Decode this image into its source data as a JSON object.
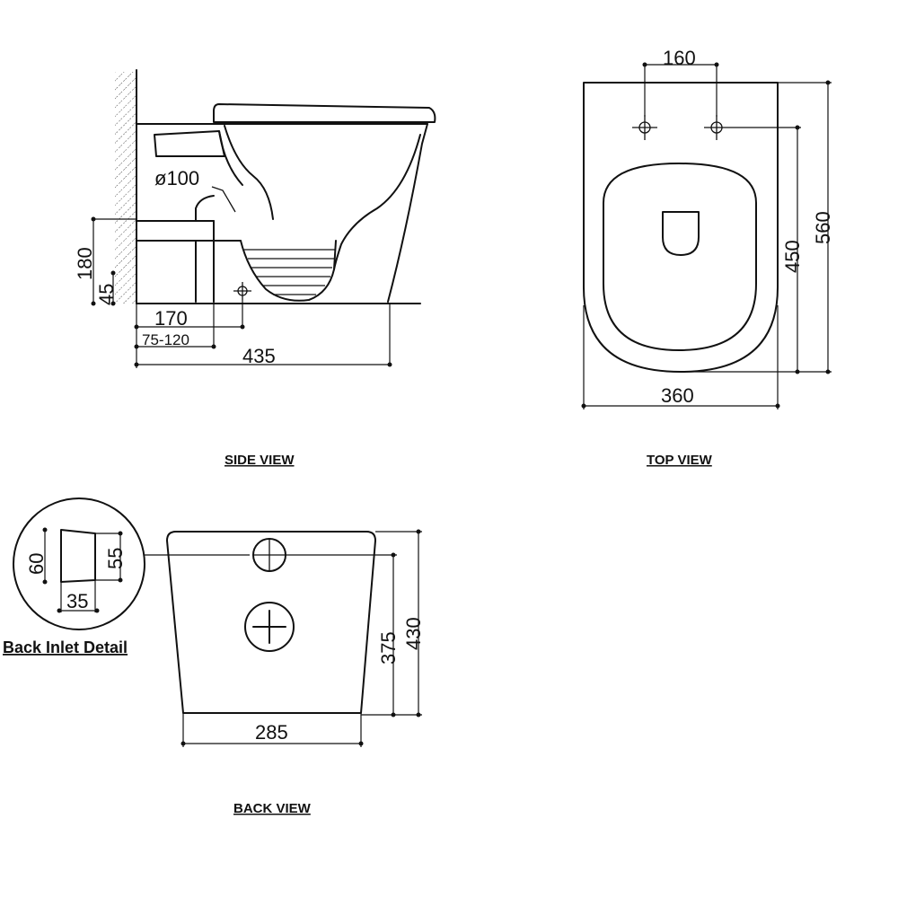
{
  "views": {
    "side": {
      "caption": "SIDE VIEW",
      "dims": {
        "pipe_diameter": "ø100",
        "outlet_height": "180",
        "base_height": "45",
        "outlet_distance": "170",
        "wall_range": "75-120",
        "total_depth": "435"
      }
    },
    "top": {
      "caption": "TOP VIEW",
      "dims": {
        "fixing_spacing": "160",
        "bowl_length": "450",
        "total_length": "560",
        "width": "360"
      }
    },
    "back": {
      "caption": "BACK VIEW",
      "dims": {
        "base_width": "285",
        "inlet_height": "375",
        "total_height": "430"
      }
    },
    "inlet_detail": {
      "caption": "Back Inlet Detail",
      "dims": {
        "left_height": "60",
        "right_height": "55",
        "width": "35"
      }
    }
  }
}
